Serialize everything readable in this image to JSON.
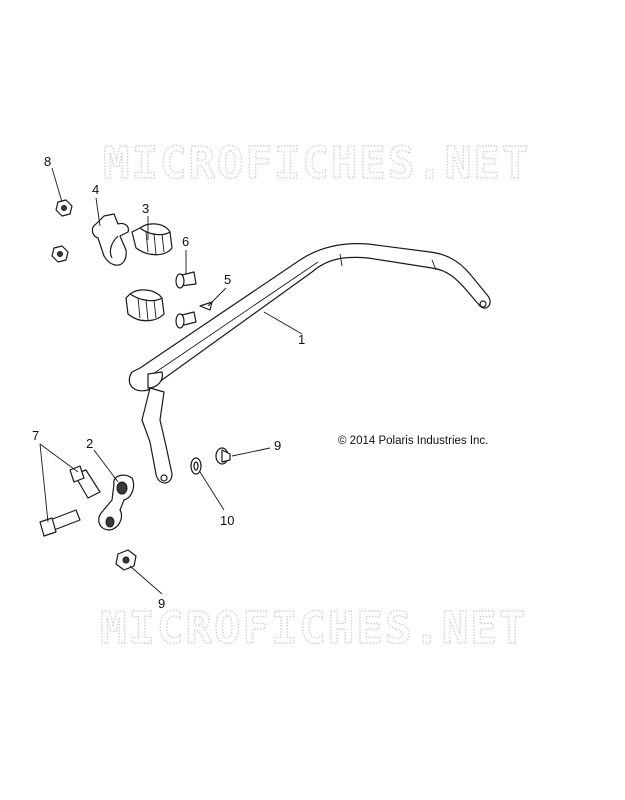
{
  "watermark": {
    "text": "MICROFICHES.NET"
  },
  "copyright": "© 2014 Polaris Industries Inc.",
  "callouts": [
    {
      "id": "1",
      "label": "1"
    },
    {
      "id": "2",
      "label": "2"
    },
    {
      "id": "3",
      "label": "3"
    },
    {
      "id": "4",
      "label": "4"
    },
    {
      "id": "5",
      "label": "5"
    },
    {
      "id": "6",
      "label": "6"
    },
    {
      "id": "7",
      "label": "7"
    },
    {
      "id": "8",
      "label": "8"
    },
    {
      "id": "9a",
      "label": "9"
    },
    {
      "id": "9b",
      "label": "9"
    },
    {
      "id": "10",
      "label": "10"
    }
  ]
}
